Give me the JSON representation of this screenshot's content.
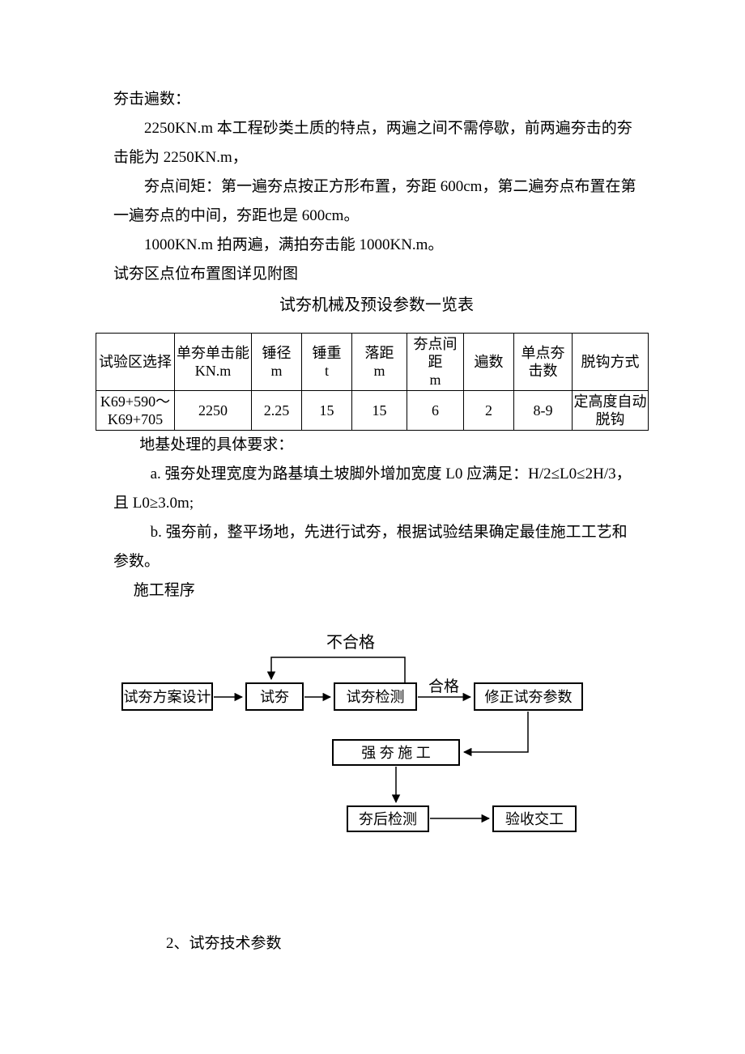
{
  "document": {
    "paragraphs": {
      "p1": "夯击遍数：",
      "p2": "2250KN.m 本工程砂类土质的特点，两遍之间不需停歇，前两遍夯击的夯击能为 2250KN.m，",
      "p3": "夯点间矩：第一遍夯点按正方形布置，夯距 600cm，第二遍夯点布置在第一遍夯点的中间，夯距也是 600cm。",
      "p4": "1000KN.m 拍两遍，满拍夯击能 1000KN.m。",
      "p5": "试夯区点位布置图详见附图",
      "requirements_heading": "地基处理的具体要求：",
      "req_a": "a. 强夯处理宽度为路基填土坡脚外增加宽度 L0 应满足：H/2≤L0≤2H/3，且 L0≥3.0m;",
      "req_b": "b. 强夯前，整平场地，先进行试夯，根据试验结果确定最佳施工工艺和参数。",
      "procedure_heading": "施工程序",
      "footer": "2、试夯技术参数"
    },
    "table": {
      "title": "试夯机械及预设参数一览表",
      "headers": [
        "试验区选择",
        "单夯单击能\nKN.m",
        "锤径\nm",
        "锤重\nt",
        "落距\nm",
        "夯点间距\nm",
        "遍数",
        "单点夯击数",
        "脱钩方式"
      ],
      "rows": [
        [
          "K69+590～\nK69+705",
          "2250",
          "2.25",
          "15",
          "15",
          "6",
          "2",
          "8-9",
          "定高度自动脱钩"
        ]
      ]
    },
    "flowchart": {
      "fail_label": "不合格",
      "pass_label": "合格",
      "nodes": {
        "design": "试夯方案设计",
        "trial": "试夯",
        "inspect": "试夯检测",
        "revise": "修正试夯参数",
        "construct": "强 夯 施 工",
        "post_inspect": "夯后检测",
        "acceptance": "验收交工"
      }
    }
  }
}
